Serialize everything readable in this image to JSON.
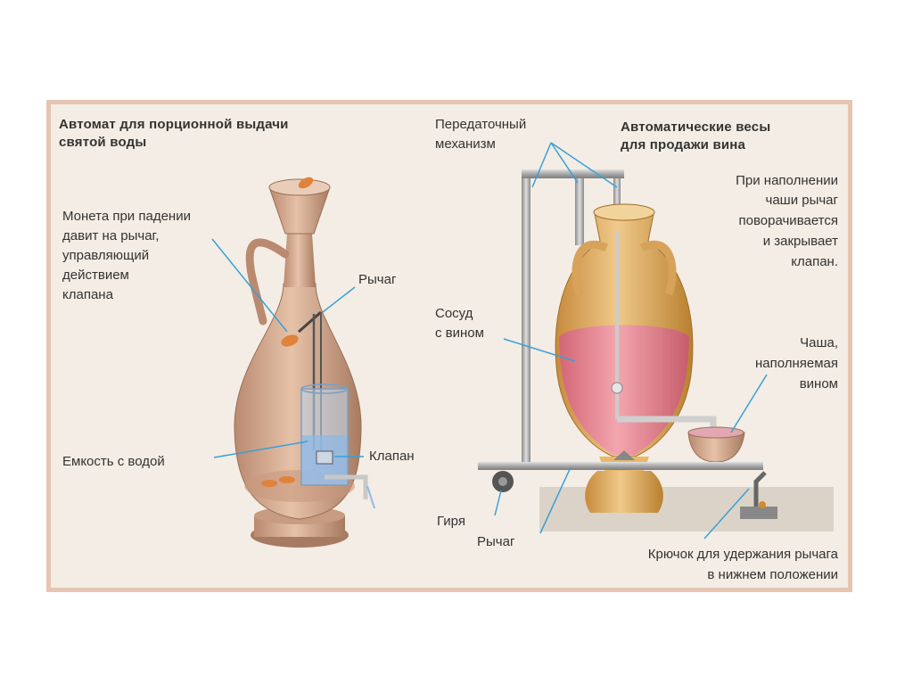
{
  "left": {
    "title_line1": "Автомат для порционной выдачи",
    "title_line2": "святой воды",
    "coin_note": [
      "Монета при падении",
      "давит на рычаг,",
      "управляющий",
      "действием",
      "клапана"
    ],
    "lever": "Рычаг",
    "water_container": "Емкость с водой",
    "valve": "Клапан"
  },
  "right": {
    "title_line1": "Автоматические весы",
    "title_line2": "для продажи вина",
    "transmission": [
      "Передаточный",
      "механизм"
    ],
    "fill_note": [
      "При наполнении",
      "чаши рычаг",
      "поворачивается",
      "и закрывает",
      "клапан."
    ],
    "wine_vessel": [
      "Сосуд",
      "с вином"
    ],
    "bowl": [
      "Чаша,",
      "наполняемая",
      "вином"
    ],
    "weight": "Гиря",
    "lever": "Рычаг",
    "hook": [
      "Крючок для удержания рычага",
      "в нижнем положении"
    ]
  },
  "colors": {
    "frame_border": "#e6c5b3",
    "panel_bg": "#f3ede5",
    "clay": "#d6a98a",
    "amphora": "#e8b96a",
    "wine": "#e27b8e",
    "pointer": "#3aa0d8"
  }
}
